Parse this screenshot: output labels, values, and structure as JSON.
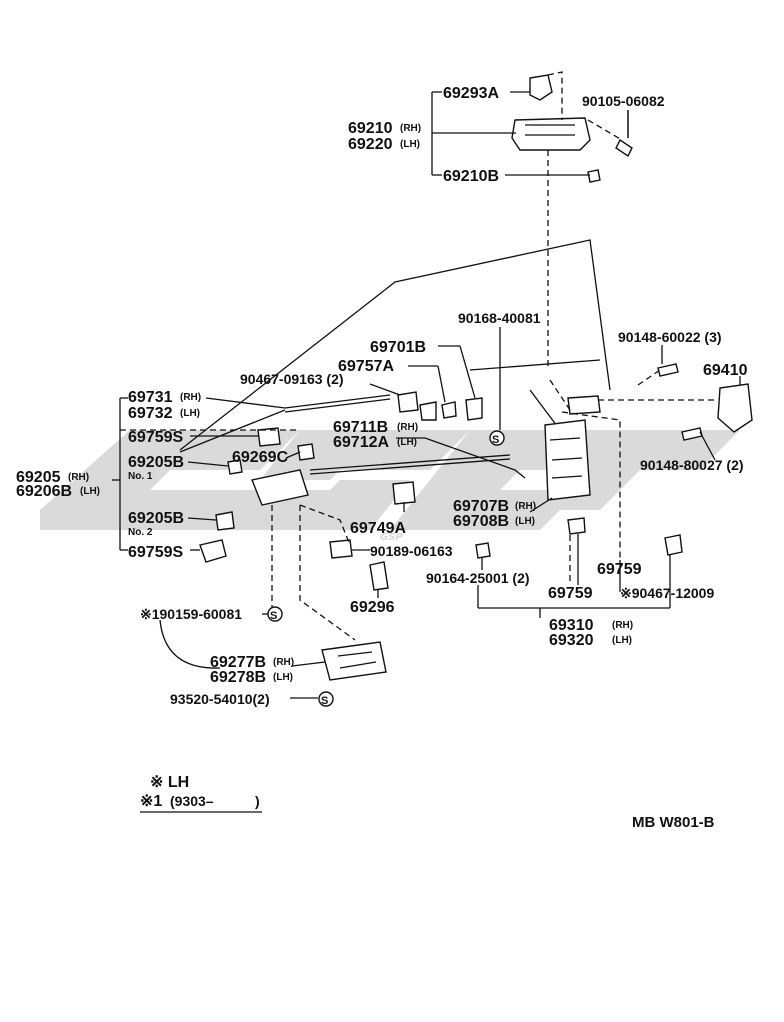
{
  "watermark": "GSP",
  "parts": {
    "p69293A": "69293A",
    "p90105": "90105-06082",
    "p69210": "69210",
    "p69210_rh": "(RH)",
    "p69220": "69220",
    "p69220_lh": "(LH)",
    "p69210B": "69210B",
    "p90168": "90168-40081",
    "p90148_60022": "90148-60022 (3)",
    "p69701B": "69701B",
    "p69757A": "69757A",
    "p90467_09163": "90467-09163 (2)",
    "p69410": "69410",
    "p69731": "69731",
    "p69731_rh": "(RH)",
    "p69732": "69732",
    "p69732_lh": "(LH)",
    "p69759S_a": "69759S",
    "p69711B": "69711B",
    "p69711B_rh": "(RH)",
    "p69712A": "69712A",
    "p69712A_lh": "(LH)",
    "p90148_80027": "90148-80027 (2)",
    "p69205": "69205",
    "p69205_rh": "(RH)",
    "p69206B": "69206B",
    "p69206B_lh": "(LH)",
    "p69205B_a": "69205B",
    "no1": "No. 1",
    "p69269C": "69269C",
    "p69205B_b": "69205B",
    "no2": "No. 2",
    "p69707B": "69707B",
    "p69707B_rh": "(RH)",
    "p69708B": "69708B",
    "p69708B_lh": "(LH)",
    "p69749A": "69749A",
    "p69759S_b": "69759S",
    "p90189": "90189-06163",
    "p90164": "90164-25001 (2)",
    "p69759_a": "69759",
    "p69759_b": "69759",
    "p90467_12009": "※90467-12009",
    "p69296": "69296",
    "p190159": "※190159-60081",
    "p69310": "69310",
    "p69310_rh": "(RH)",
    "p69320": "69320",
    "p69320_lh": "(LH)",
    "p69277B": "69277B",
    "p69277B_rh": "(RH)",
    "p69278B": "69278B",
    "p69278B_lh": "(LH)",
    "p93520": "93520-54010(2)"
  },
  "symbols": {
    "s_mark": "S"
  },
  "legend": {
    "lh": "※ LH",
    "one": "※1",
    "range": "(9303–",
    "range_end": ")"
  },
  "code": "MB  W801-B"
}
